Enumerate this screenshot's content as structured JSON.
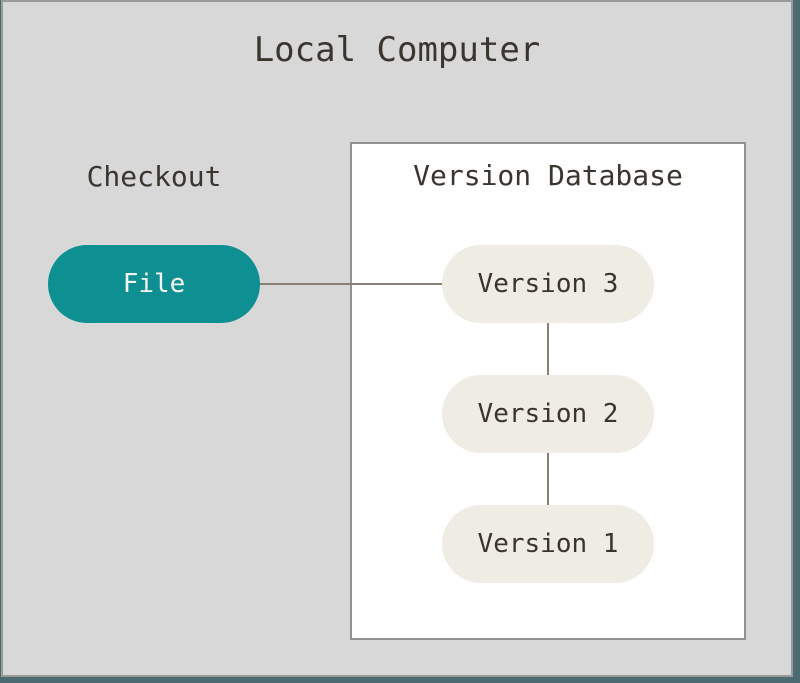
{
  "diagram": {
    "title": "Local Computer",
    "left_section": {
      "label": "Checkout",
      "node": {
        "label": "File"
      }
    },
    "right_section": {
      "label": "Version Database",
      "nodes": [
        {
          "label": "Version 3"
        },
        {
          "label": "Version 2"
        },
        {
          "label": "Version 1"
        }
      ]
    },
    "colors": {
      "canvas_bg": "#d8d8d8",
      "edge_strip": "#4c6a72",
      "canvas_border": "#9a9a9a",
      "box_bg": "#ffffff",
      "box_border": "#919191",
      "file_node_fill": "#0e8f92",
      "file_node_text": "#f4f4ef",
      "version_node_fill": "#efede3",
      "version_node_text": "#3a342e",
      "label_text": "#3b352f",
      "connector_line": "#8a8175"
    }
  }
}
